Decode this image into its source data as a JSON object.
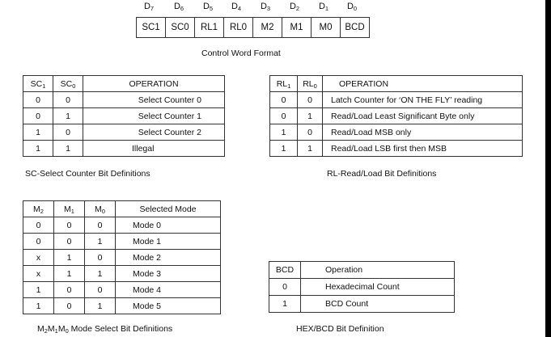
{
  "control_word": {
    "bits": [
      {
        "base": "D",
        "sub": "7"
      },
      {
        "base": "D",
        "sub": "6"
      },
      {
        "base": "D",
        "sub": "5"
      },
      {
        "base": "D",
        "sub": "4"
      },
      {
        "base": "D",
        "sub": "3"
      },
      {
        "base": "D",
        "sub": "2"
      },
      {
        "base": "D",
        "sub": "1"
      },
      {
        "base": "D",
        "sub": "0"
      }
    ],
    "fields": [
      "SC1",
      "SC0",
      "RL1",
      "RL0",
      "M2",
      "M1",
      "M0",
      "BCD"
    ],
    "caption": "Control Word Format"
  },
  "sc_table": {
    "headers": [
      {
        "base": "SC",
        "sub": "1"
      },
      {
        "base": "SC",
        "sub": "0"
      },
      {
        "base": "OPERATION",
        "sub": ""
      }
    ],
    "rows": [
      [
        "0",
        "0",
        "Select Counter 0"
      ],
      [
        "0",
        "1",
        "Select Counter 1"
      ],
      [
        "1",
        "0",
        "Select Counter 2"
      ],
      [
        "1",
        "1",
        "Illegal"
      ]
    ],
    "caption": "SC-Select Counter Bit Definitions"
  },
  "rl_table": {
    "headers": [
      {
        "base": "RL",
        "sub": "1"
      },
      {
        "base": "RL",
        "sub": "0"
      },
      {
        "base": "OPERATION",
        "sub": ""
      }
    ],
    "rows": [
      [
        "0",
        "0",
        "Latch Counter for ‘ON THE FLY’ reading"
      ],
      [
        "0",
        "1",
        "Read/Load Least Significant Byte only"
      ],
      [
        "1",
        "0",
        "Read/Load MSB only"
      ],
      [
        "1",
        "1",
        "Read/Load LSB first then MSB"
      ]
    ],
    "caption": "RL-Read/Load Bit Definitions"
  },
  "mode_table": {
    "headers": [
      {
        "base": "M",
        "sub": "2"
      },
      {
        "base": "M",
        "sub": "1"
      },
      {
        "base": "M",
        "sub": "0"
      },
      {
        "base": "Selected Mode",
        "sub": ""
      }
    ],
    "rows": [
      [
        "0",
        "0",
        "0",
        "Mode 0"
      ],
      [
        "0",
        "0",
        "1",
        "Mode 1"
      ],
      [
        "x",
        "1",
        "0",
        "Mode 2"
      ],
      [
        "x",
        "1",
        "1",
        "Mode 3"
      ],
      [
        "1",
        "0",
        "0",
        "Mode 4"
      ],
      [
        "1",
        "0",
        "1",
        "Mode 5"
      ]
    ],
    "caption": {
      "parts": [
        {
          "base": "M",
          "sub": "2"
        },
        {
          "base": "M",
          "sub": "1"
        },
        {
          "base": "M",
          "sub": "0"
        }
      ],
      "text": " Mode Select Bit Definitions"
    }
  },
  "bcd_table": {
    "headers": [
      "BCD",
      "Operation"
    ],
    "rows": [
      [
        "0",
        "Hexadecimal Count"
      ],
      [
        "1",
        "BCD Count"
      ]
    ],
    "caption": "HEX/BCD Bit Definition"
  }
}
